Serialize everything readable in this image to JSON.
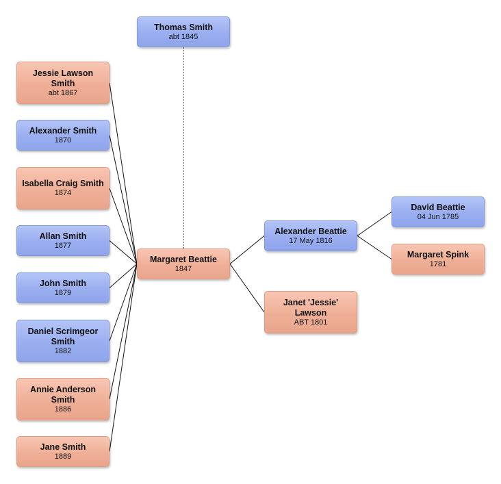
{
  "people": {
    "thomas": {
      "name": "Thomas Smith",
      "date": "abt 1845",
      "sex": "male"
    },
    "jessie_smith": {
      "name": "Jessie Lawson Smith",
      "date": "abt 1867",
      "sex": "female"
    },
    "alexander_smith": {
      "name": "Alexander Smith",
      "date": "1870",
      "sex": "male"
    },
    "isabella": {
      "name": "Isabella Craig Smith",
      "date": "1874",
      "sex": "female"
    },
    "allan": {
      "name": "Allan Smith",
      "date": "1877",
      "sex": "male"
    },
    "john": {
      "name": "John Smith",
      "date": "1879",
      "sex": "male"
    },
    "daniel": {
      "name": "Daniel Scrimgeor Smith",
      "date": "1882",
      "sex": "male"
    },
    "annie": {
      "name": "Annie Anderson Smith",
      "date": "1886",
      "sex": "female"
    },
    "jane": {
      "name": "Jane Smith",
      "date": "1889",
      "sex": "female"
    },
    "margaret_beattie": {
      "name": "Margaret Beattie",
      "date": "1847",
      "sex": "female"
    },
    "alexander_beattie": {
      "name": "Alexander Beattie",
      "date": "17 May 1816",
      "sex": "male"
    },
    "janet": {
      "name": "Janet 'Jessie' Lawson",
      "date": "ABT 1801",
      "sex": "female"
    },
    "david": {
      "name": "David Beattie",
      "date": "04 Jun 1785",
      "sex": "male"
    },
    "margaret_spink": {
      "name": "Margaret Spink",
      "date": "1781",
      "sex": "female"
    }
  },
  "colors": {
    "male": "#9aaef0",
    "female": "#efaf97",
    "line": "#111111"
  }
}
